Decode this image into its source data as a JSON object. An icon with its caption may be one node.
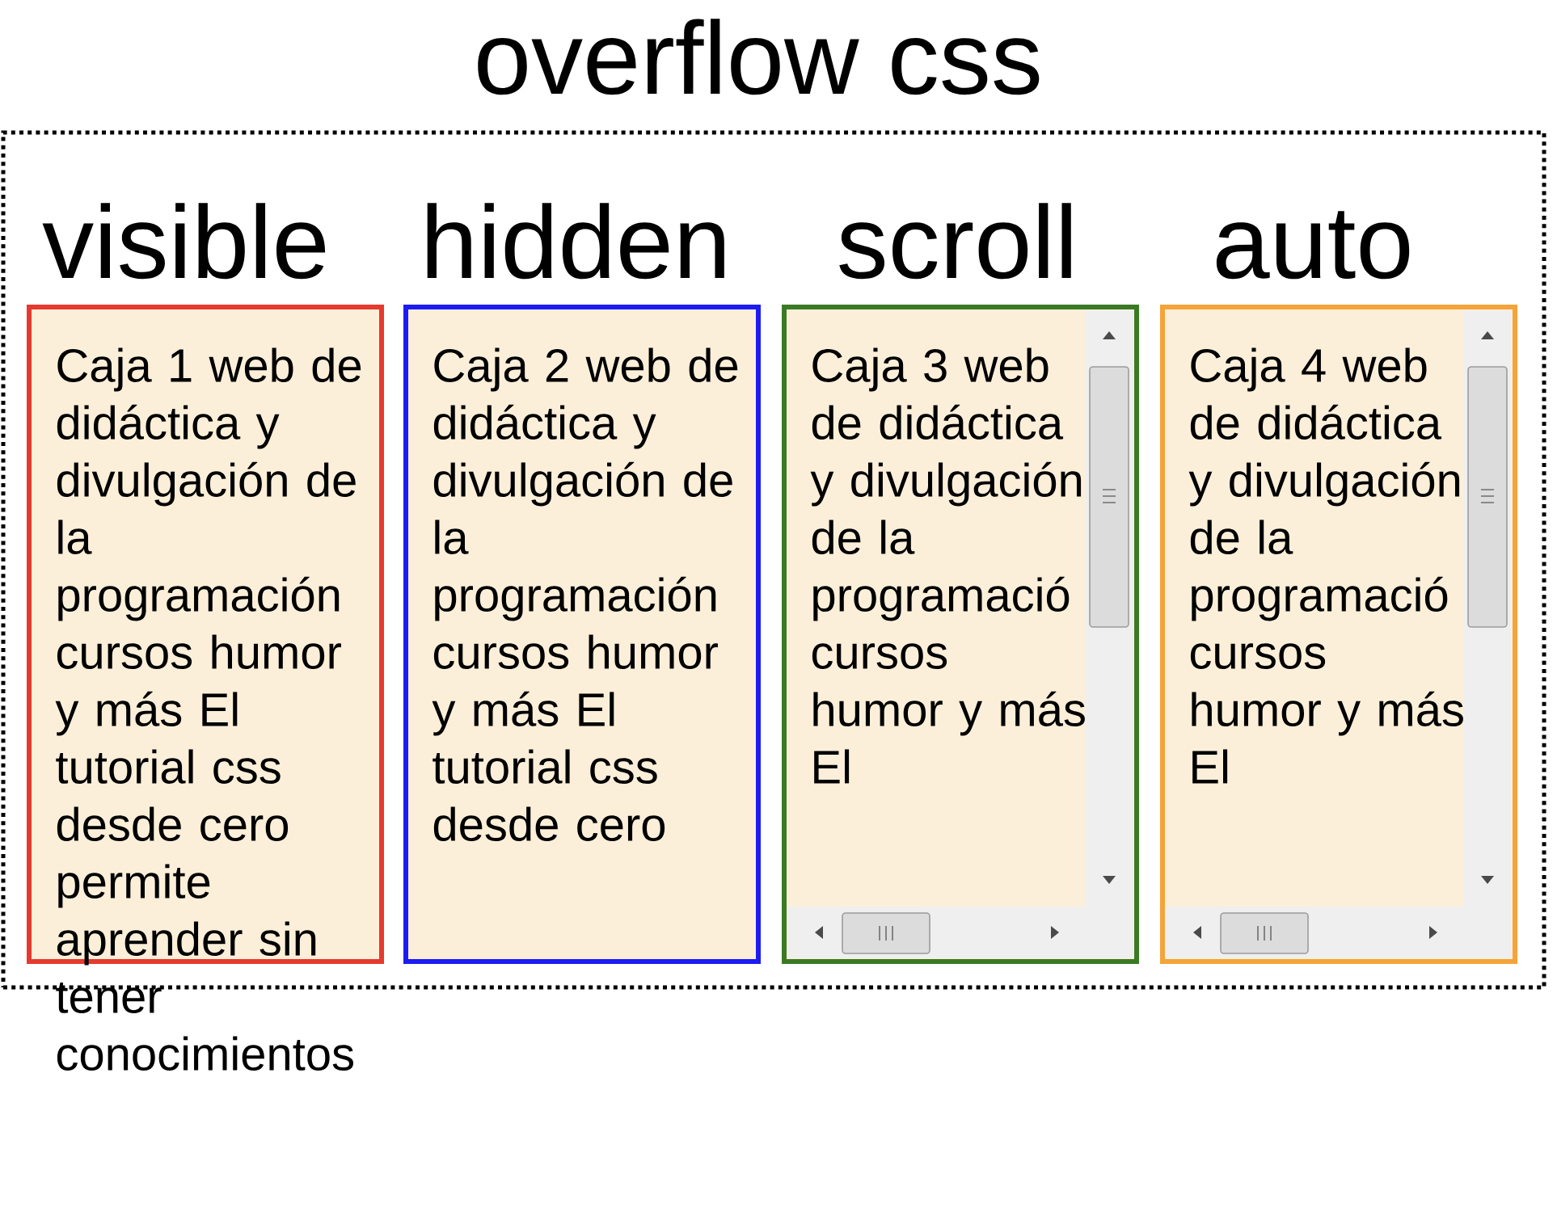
{
  "diagram": {
    "title": "overflow css",
    "nodes": [
      {
        "text": [],
        "shape": "box"
      },
      {
        "text": [
          "visible",
          "Caja 1 web de didáctica y divulgación de la programación cursos humor y más El tutorial css desde cero permite aprender sin tener conocimientos"
        ],
        "in": 0
      },
      {
        "text": [
          "hidden",
          "Caja 2 web de didáctica y divulgación de la programación cursos humor y más El tutorial css desde cero"
        ],
        "in": 0
      },
      {
        "text": [
          "scroll",
          "Caja 3 web de didáctica y divulgación de la programació cursos humor y más El"
        ],
        "in": 0
      },
      {
        "text": [
          "auto",
          "Caja 4 web de didáctica y divulgación de la programació cursos humor y más El"
        ],
        "in": 0
      }
    ]
  }
}
